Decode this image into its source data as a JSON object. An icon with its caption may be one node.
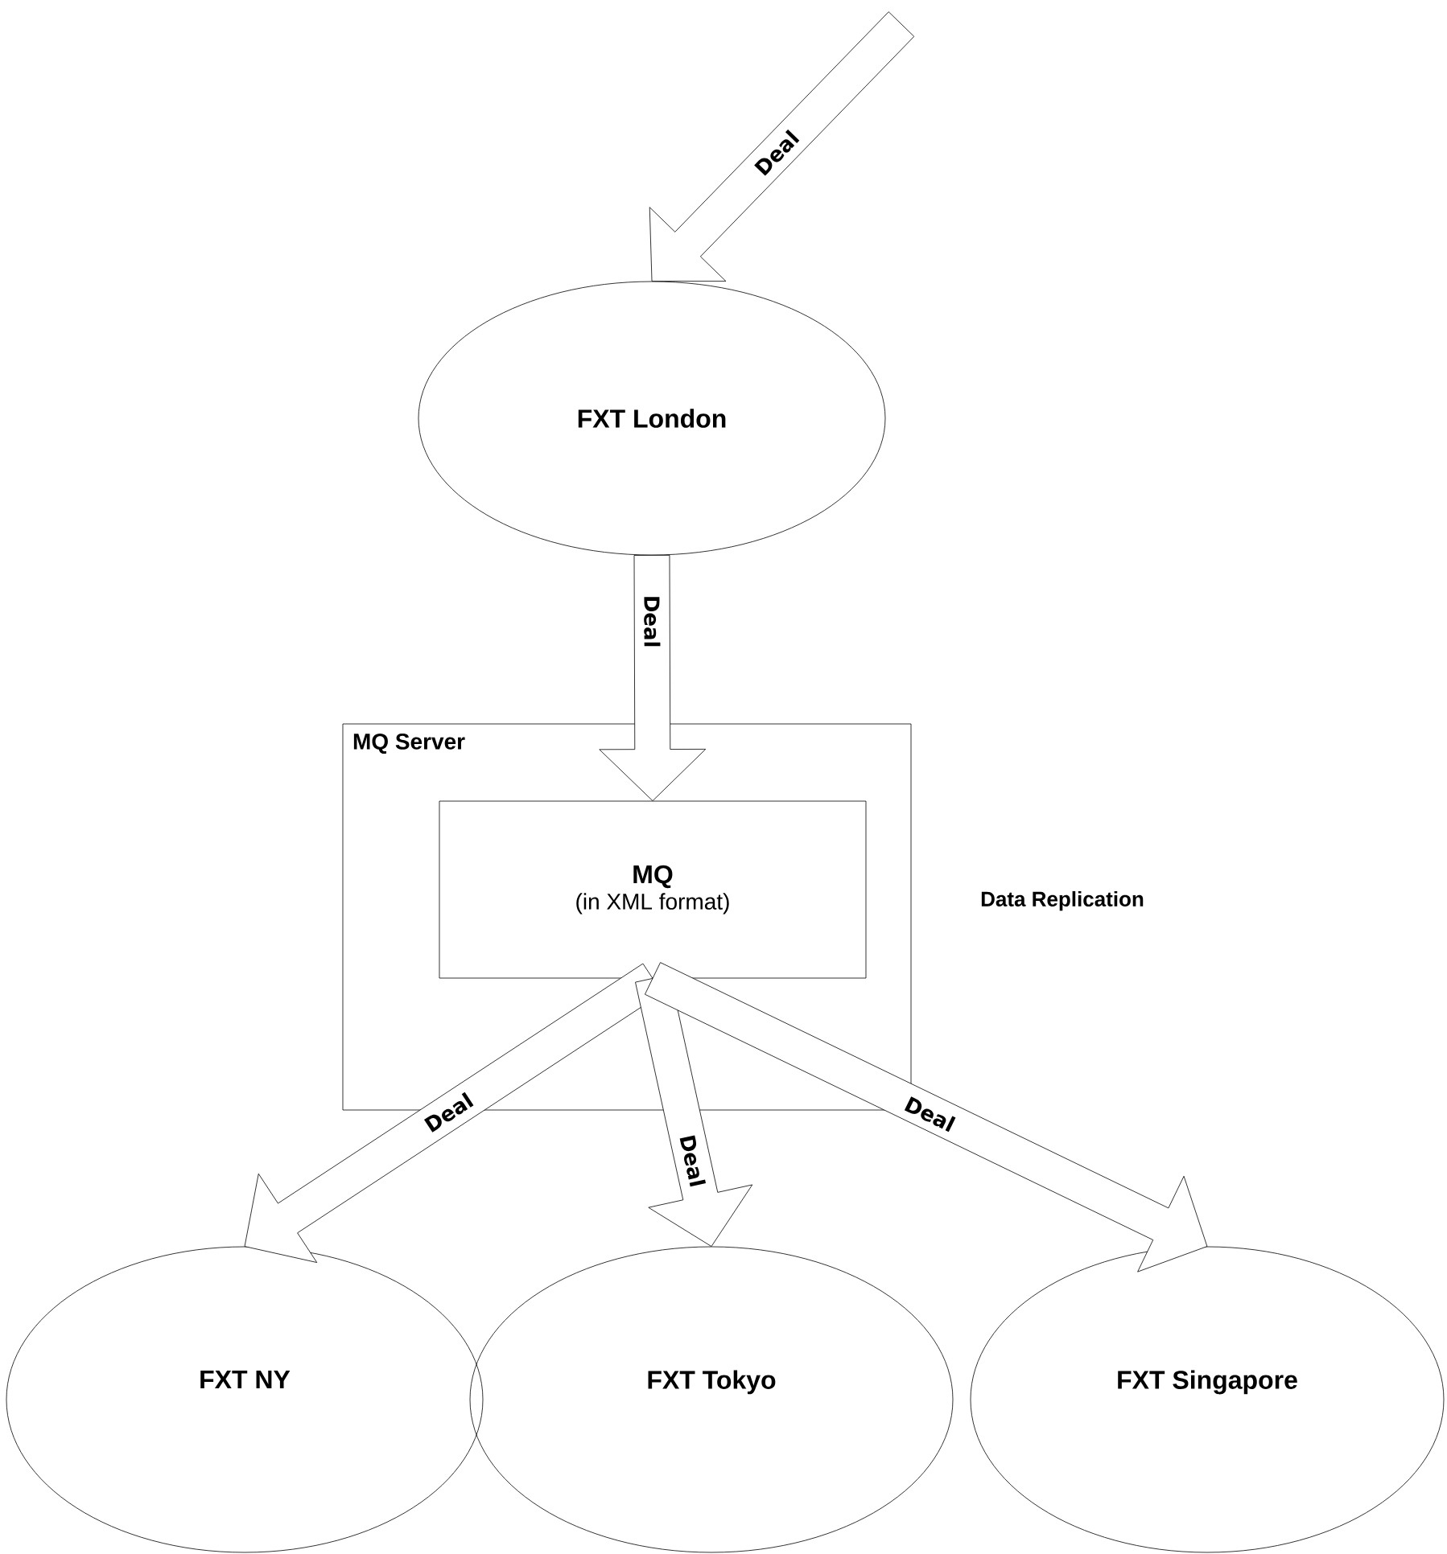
{
  "diagram": {
    "nodes": [
      {
        "text": [
          "FXT London"
        ]
      },
      {
        "text": [
          "MQ Server"
        ]
      },
      {
        "text": [
          "MQ",
          "(in XML format)"
        ],
        "in": 1
      },
      {
        "text": [
          "FXT NY"
        ]
      },
      {
        "text": [
          "FXT Tokyo"
        ]
      },
      {
        "text": [
          "FXT Singapore"
        ]
      }
    ],
    "edges": [
      {
        "from": null,
        "to": 0,
        "arrow": "to",
        "label": "Deal"
      },
      {
        "from": 0,
        "to": 2,
        "arrow": "to",
        "label": "Deal"
      },
      {
        "from": 2,
        "to": 3,
        "arrow": "to",
        "label": "Deal"
      },
      {
        "from": 2,
        "to": 4,
        "arrow": "to",
        "label": "Deal"
      },
      {
        "from": 2,
        "to": 5,
        "arrow": "to",
        "label": "Deal"
      }
    ],
    "labels": [
      "Data Replication"
    ]
  }
}
